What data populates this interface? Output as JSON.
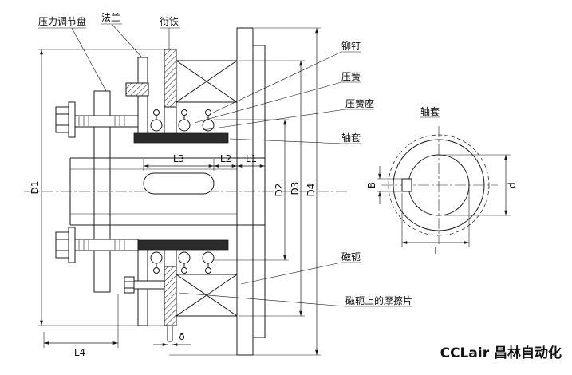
{
  "labels": {
    "pressure_disc": "压力调节盘",
    "flange": "法兰",
    "armature": "衔铁",
    "rivet": "铆钉",
    "spring": "压簧",
    "spring_seat": "压簧座",
    "sleeve": "轴套",
    "yoke": "磁轭",
    "yoke_friction_plate": "磁轭上的摩擦片",
    "sleeve_view_title": "轴套"
  },
  "dimensions": {
    "D1": "D1",
    "D2": "D2",
    "D3": "D3",
    "D4": "D4",
    "L1": "L1",
    "L2": "L2",
    "L3": "L3",
    "L4": "L4",
    "delta": "δ",
    "B": "B",
    "T": "T",
    "d": "d"
  },
  "brand": "CCLair 昌林自动化",
  "colors": {
    "line": "#1a1a1a",
    "background": "#ffffff"
  }
}
